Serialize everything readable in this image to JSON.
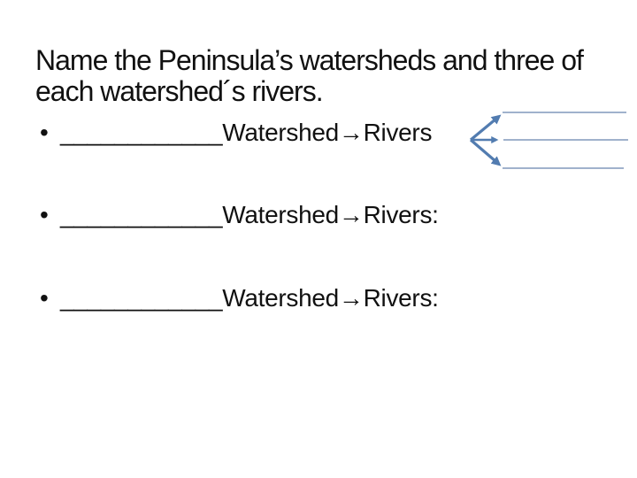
{
  "title": {
    "line1": "Name the Peninsula’s watersheds and three of",
    "line2": "each watershed´s rivers."
  },
  "bullet_char": "•",
  "bullets": [
    {
      "text": "____________Watershed→Rivers"
    },
    {
      "text": "____________Watershed→Rivers:"
    },
    {
      "text": "____________Watershed→Rivers:"
    }
  ],
  "colors": {
    "background": "#ffffff",
    "text": "#111111",
    "arrow_thick": "#527cb0",
    "arrow_thin": "#8099bb"
  }
}
